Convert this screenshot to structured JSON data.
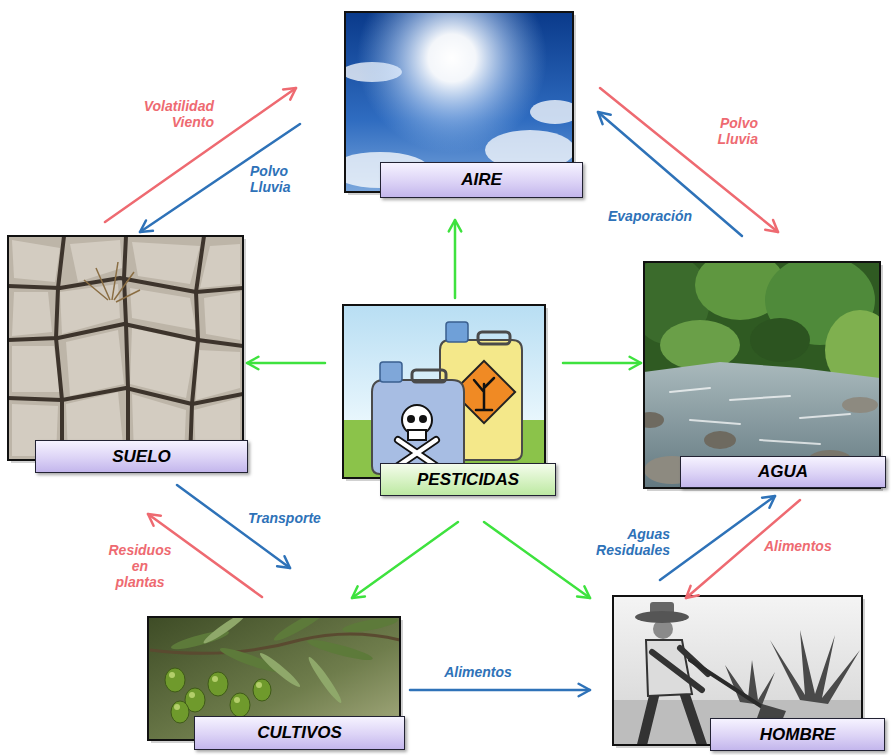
{
  "diagram": {
    "nodes": [
      {
        "text": [
          "AIRE"
        ]
      },
      {
        "text": [
          "SUELO"
        ]
      },
      {
        "text": [
          "PESTICIDAS"
        ]
      },
      {
        "text": [
          "AGUA"
        ]
      },
      {
        "text": [
          "CULTIVOS"
        ]
      },
      {
        "text": [
          "HOMBRE"
        ]
      }
    ],
    "edges": [
      {
        "from": 1,
        "to": 0,
        "arrow": "to",
        "label": "Volatilidad Viento"
      },
      {
        "from": 0,
        "to": 1,
        "arrow": "to",
        "label": "Polvo Lluvia"
      },
      {
        "from": 0,
        "to": 3,
        "arrow": "to",
        "label": "Polvo Lluvia"
      },
      {
        "from": 3,
        "to": 0,
        "arrow": "to",
        "label": "Evaporación"
      },
      {
        "from": 2,
        "to": 0,
        "arrow": "to"
      },
      {
        "from": 2,
        "to": 1,
        "arrow": "to"
      },
      {
        "from": 2,
        "to": 3,
        "arrow": "to"
      },
      {
        "from": 2,
        "to": 4,
        "arrow": "to"
      },
      {
        "from": 2,
        "to": 5,
        "arrow": "to"
      },
      {
        "from": 1,
        "to": 4,
        "arrow": "to",
        "label": "Transporte"
      },
      {
        "from": 4,
        "to": 1,
        "arrow": "to",
        "label": "Residuos en plantas"
      },
      {
        "from": 4,
        "to": 5,
        "arrow": "to",
        "label": "Alimentos"
      },
      {
        "from": 5,
        "to": 3,
        "arrow": "to",
        "label": "Aguas Residuales"
      },
      {
        "from": 3,
        "to": 5,
        "arrow": "to",
        "label": "Alimentos"
      }
    ]
  }
}
